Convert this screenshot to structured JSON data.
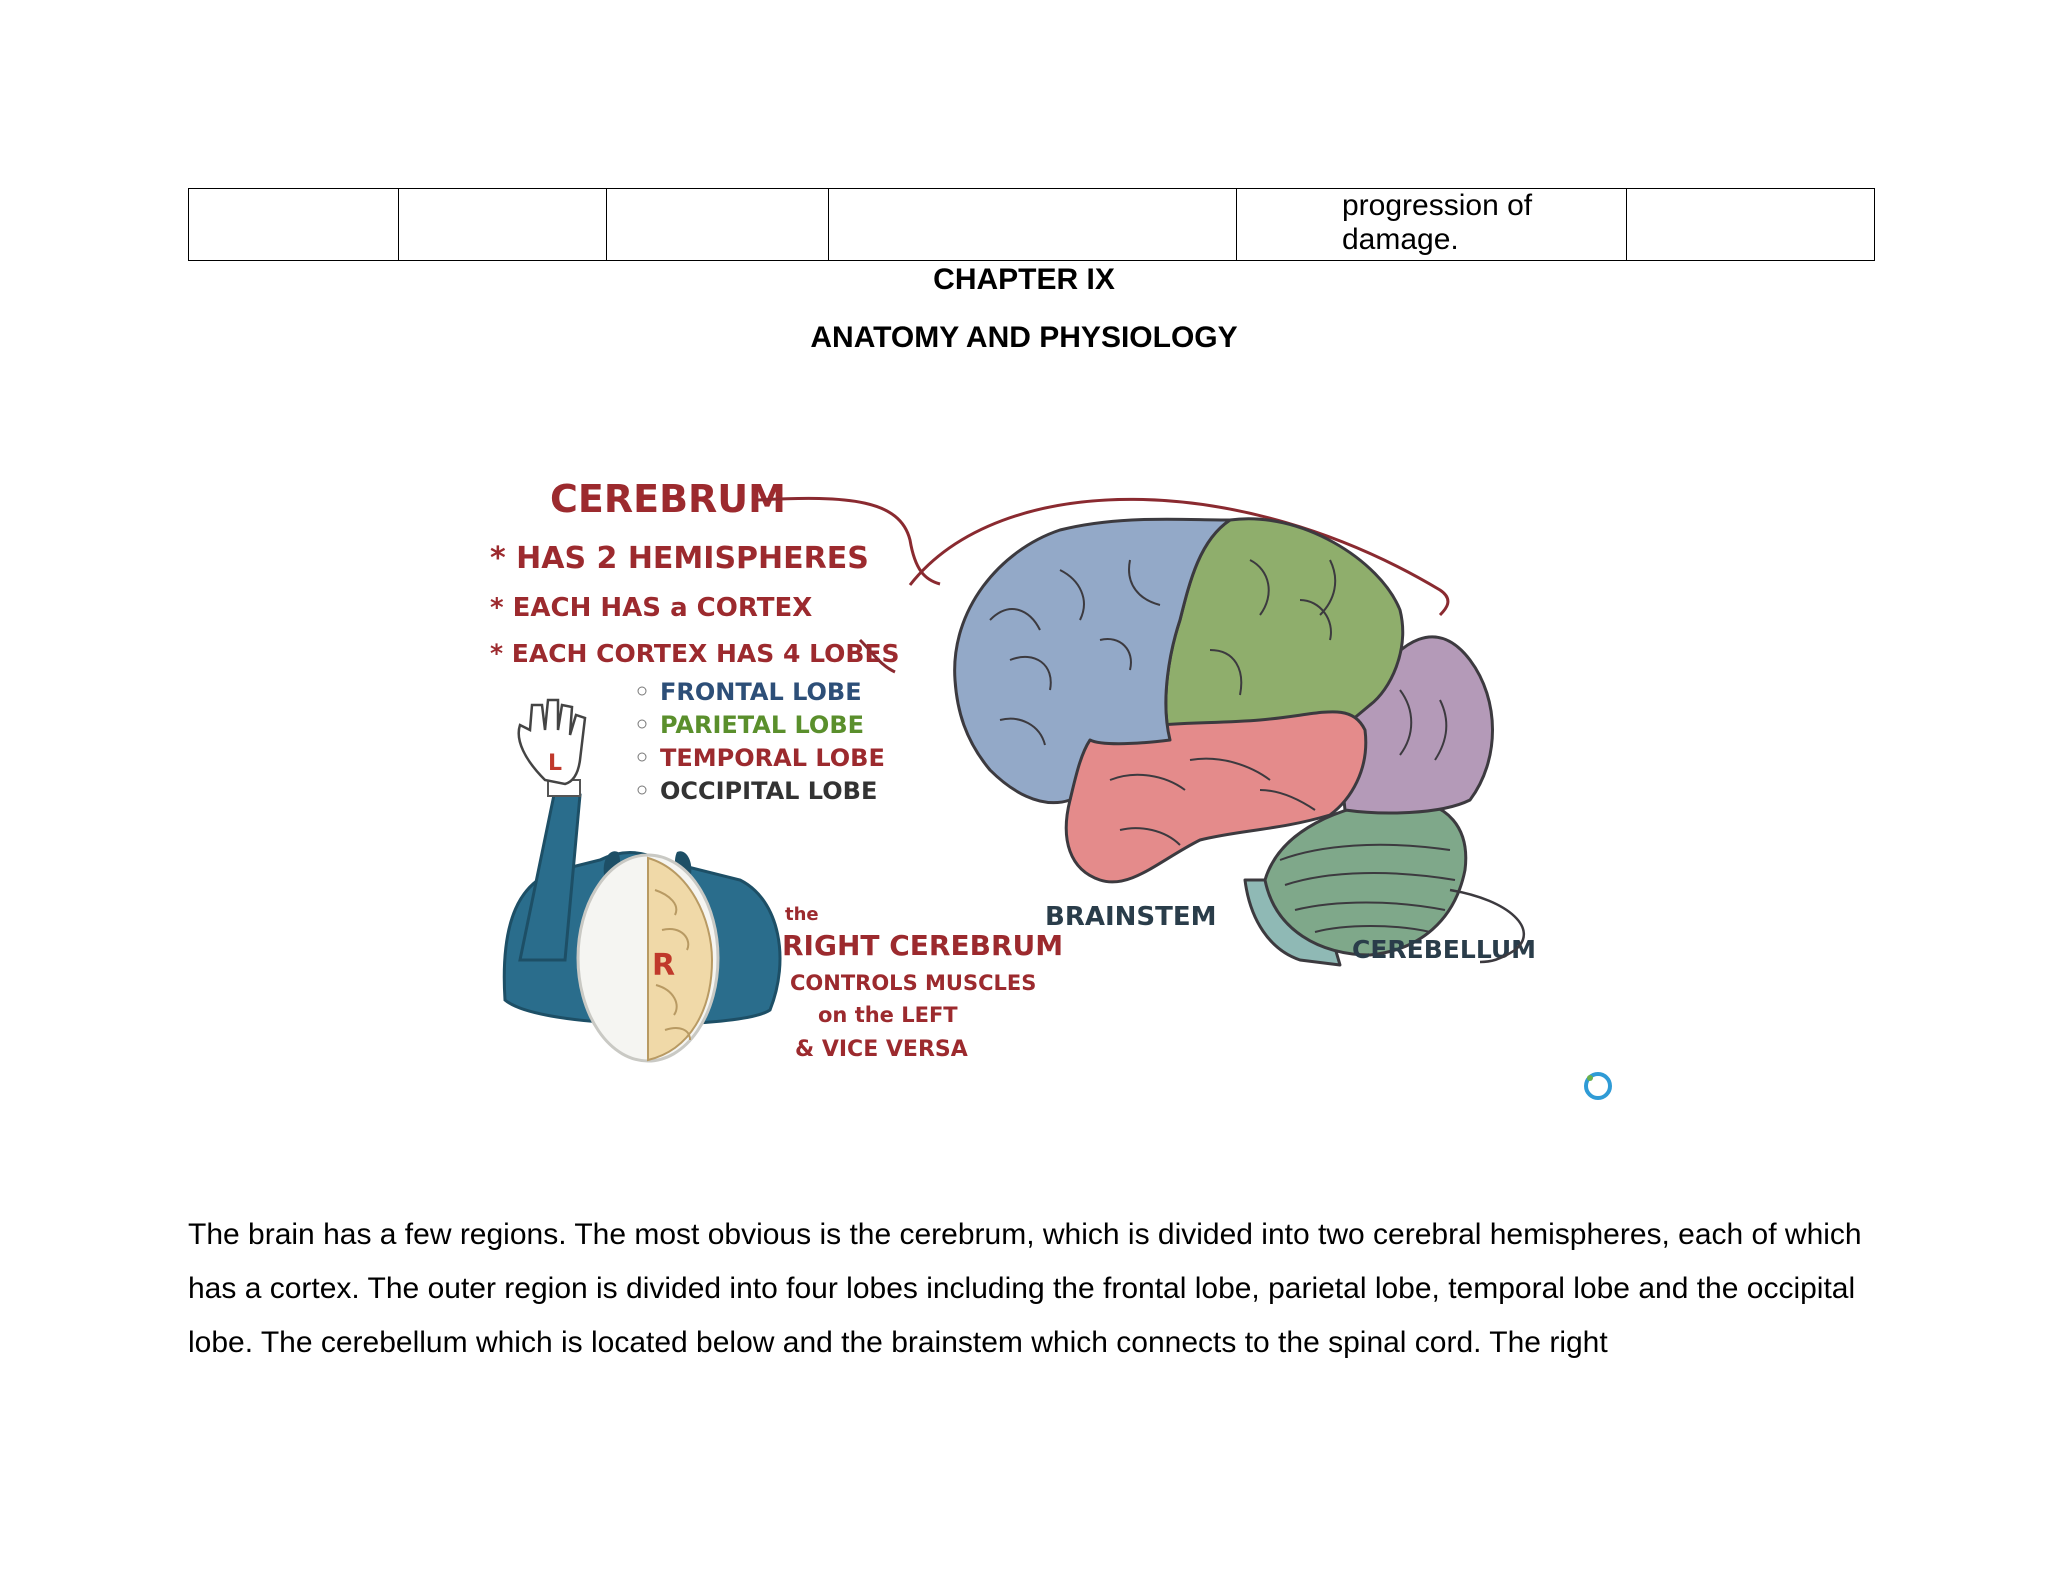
{
  "table": {
    "cells": [
      "",
      "",
      "",
      "",
      "progression of damage.",
      ""
    ]
  },
  "chapter": {
    "number": "CHAPTER IX",
    "title": "ANATOMY AND PHYSIOLOGY"
  },
  "figure": {
    "cerebrum_title": "CEREBRUM",
    "bullets": [
      "* HAS 2 HEMISPHERES",
      "* EACH HAS a CORTEX",
      "* EACH CORTEX HAS 4 LOBES"
    ],
    "lobes": [
      "FRONTAL LOBE",
      "PARIETAL LOBE",
      "TEMPORAL LOBE",
      "OCCIPITAL LOBE"
    ],
    "hand_letter": "L",
    "head_letter": "R",
    "note": [
      "the",
      "RIGHT CEREBRUM",
      "CONTROLS MUSCLES",
      "on the LEFT",
      "& VICE VERSA"
    ],
    "brainstem_label": "BRAINSTEM",
    "cerebellum_label": "CEREBELLUM",
    "colors": {
      "label_red": "#9c2a2e",
      "frontal": "#93a9c8",
      "parietal": "#8fae6c",
      "temporal": "#e48b8b",
      "occipital": "#b49ab8",
      "cerebellum": "#7fa88a",
      "brainstem": "#8fb9b5",
      "outline": "#3c3a3f",
      "sleeve": "#2a6d8c",
      "cortex_tan": "#f0d9a8"
    }
  },
  "body_text": "The brain has a few regions. The most obvious is the cerebrum, which is divided into two cerebral hemispheres, each of which has a cortex. The outer region is divided into four lobes including the frontal lobe, parietal lobe, temporal lobe and the occipital lobe. The cerebellum which is located below and the brainstem which connects to the spinal cord. The right"
}
